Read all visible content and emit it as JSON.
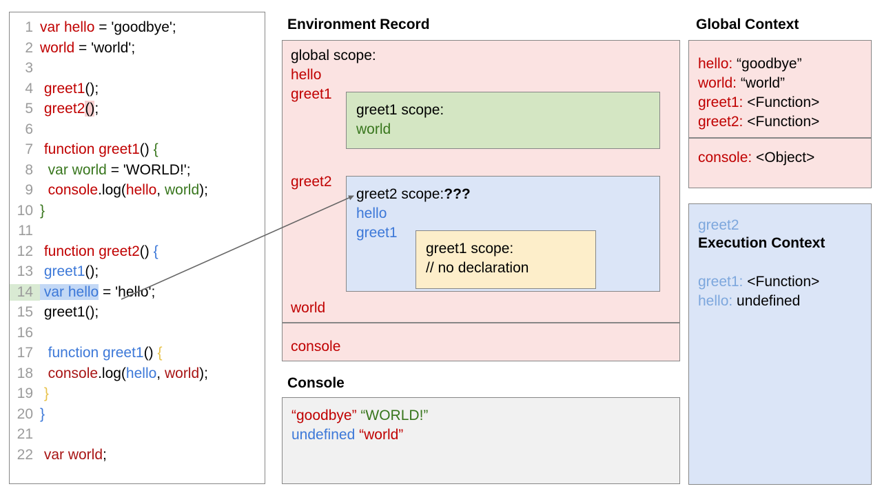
{
  "code_panel": {
    "lines": [
      {
        "n": "1",
        "segments": [
          {
            "t": "var hello",
            "c": "red"
          },
          {
            "t": " = 'goodbye';",
            "c": "black"
          }
        ]
      },
      {
        "n": "2",
        "segments": [
          {
            "t": "world",
            "c": "red"
          },
          {
            "t": " = 'world';",
            "c": "black"
          }
        ]
      },
      {
        "n": "3",
        "segments": []
      },
      {
        "n": "4",
        "segments": [
          {
            "t": " greet1",
            "c": "red"
          },
          {
            "t": "();",
            "c": "black"
          }
        ]
      },
      {
        "n": "5",
        "segments": [
          {
            "t": " greet2",
            "c": "red"
          },
          {
            "t": "()",
            "c": "black",
            "hl": "pink"
          },
          {
            "t": ";",
            "c": "black"
          }
        ]
      },
      {
        "n": "6",
        "segments": []
      },
      {
        "n": "7",
        "segments": [
          {
            "t": " function greet1",
            "c": "red"
          },
          {
            "t": "() ",
            "c": "black"
          },
          {
            "t": "{",
            "c": "green"
          }
        ]
      },
      {
        "n": "8",
        "segments": [
          {
            "t": "  var world",
            "c": "green"
          },
          {
            "t": " = 'WORLD!';",
            "c": "black"
          }
        ]
      },
      {
        "n": "9",
        "segments": [
          {
            "t": "  console",
            "c": "red"
          },
          {
            "t": ".log(",
            "c": "black"
          },
          {
            "t": "hello",
            "c": "red"
          },
          {
            "t": ", ",
            "c": "black"
          },
          {
            "t": "world",
            "c": "green"
          },
          {
            "t": ");",
            "c": "black"
          }
        ]
      },
      {
        "n": "10",
        "segments": [
          {
            "t": "}",
            "c": "green"
          }
        ]
      },
      {
        "n": "11",
        "segments": []
      },
      {
        "n": "12",
        "segments": [
          {
            "t": " function greet2",
            "c": "red"
          },
          {
            "t": "() ",
            "c": "black"
          },
          {
            "t": "{",
            "c": "blue"
          }
        ]
      },
      {
        "n": "13",
        "segments": [
          {
            "t": " greet1",
            "c": "blue"
          },
          {
            "t": "();",
            "c": "black"
          }
        ]
      },
      {
        "n": "14",
        "segments": [
          {
            "t": " var hello",
            "c": "blue",
            "hl": "blue"
          },
          {
            "t": " = 'hello';",
            "c": "black"
          }
        ],
        "lineno_hl": "green"
      },
      {
        "n": "15",
        "segments": [
          {
            "t": " greet1();",
            "c": "black"
          }
        ]
      },
      {
        "n": "16",
        "segments": []
      },
      {
        "n": "17",
        "segments": [
          {
            "t": "  function greet1",
            "c": "blue"
          },
          {
            "t": "() ",
            "c": "black"
          },
          {
            "t": "{",
            "c": "gold"
          }
        ]
      },
      {
        "n": "18",
        "segments": [
          {
            "t": "  console",
            "c": "dkred"
          },
          {
            "t": ".log(",
            "c": "black"
          },
          {
            "t": "hello",
            "c": "blue"
          },
          {
            "t": ", ",
            "c": "black"
          },
          {
            "t": "world",
            "c": "dkred"
          },
          {
            "t": ");",
            "c": "black"
          }
        ]
      },
      {
        "n": "19",
        "segments": [
          {
            "t": " }",
            "c": "gold"
          }
        ]
      },
      {
        "n": "20",
        "segments": [
          {
            "t": "}",
            "c": "blue"
          }
        ]
      },
      {
        "n": "21",
        "segments": []
      },
      {
        "n": "22",
        "segments": [
          {
            "t": " var world",
            "c": "dkred"
          },
          {
            "t": ";",
            "c": "black"
          }
        ]
      }
    ]
  },
  "environment_record": {
    "title": "Environment Record",
    "global_scope_label": "global scope:",
    "hello": "hello",
    "greet1": "greet1",
    "greet2": "greet2",
    "world": "world",
    "console": "console",
    "greet1_scope": {
      "header": "greet1 scope:",
      "binding": "world"
    },
    "greet2_scope": {
      "header": "greet2 scope:",
      "header_suffix": "???",
      "binding_1": "hello",
      "binding_2": "greet1",
      "greet1_inner": {
        "header": "greet1 scope:",
        "note": "// no declaration"
      }
    }
  },
  "console": {
    "title": "Console",
    "lines": [
      [
        {
          "t": "“goodbye”",
          "c": "#c00000"
        },
        {
          "t": " ",
          "c": "#000"
        },
        {
          "t": "“WORLD!”",
          "c": "#38761d"
        }
      ],
      [
        {
          "t": "undefined",
          "c": "#3c78d8"
        },
        {
          "t": " ",
          "c": "#000"
        },
        {
          "t": "“world”",
          "c": "#c00000"
        }
      ]
    ]
  },
  "global_context": {
    "title": "Global Context",
    "entries": [
      {
        "key": "hello:",
        "value": " “goodbye”"
      },
      {
        "key": "world:",
        "value": " “world”"
      },
      {
        "key": "greet1:",
        "value": " <Function>"
      },
      {
        "key": "greet2:",
        "value": " <Function>"
      }
    ],
    "console_entry": {
      "key": "console:",
      "value": " <Object>"
    }
  },
  "execution_context": {
    "name": "greet2",
    "title": "Execution Context",
    "entries": [
      {
        "key": "greet1:",
        "value": " <Function>"
      },
      {
        "key": "hello:",
        "value": " undefined"
      }
    ]
  },
  "colors": {
    "red": "#c00000",
    "dark_red": "#a81414",
    "green": "#38761d",
    "blue": "#3c78d8",
    "gold": "#e8c24a",
    "panel_red_bg": "#fbe3e2",
    "panel_green_bg": "#d4e6c3",
    "panel_blue_bg": "#dbe5f7",
    "panel_yellow_bg": "#fdeeca",
    "panel_gray_bg": "#f1f1f1",
    "border": "#868686"
  }
}
